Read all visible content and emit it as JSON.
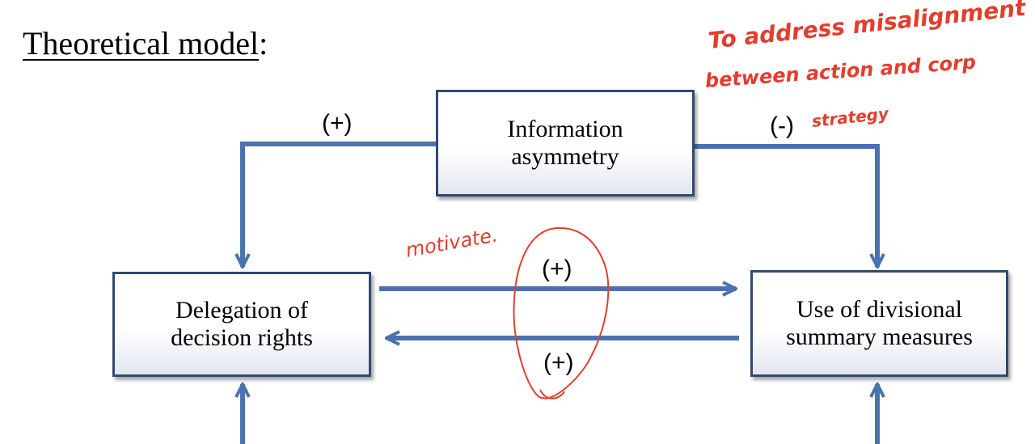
{
  "title": {
    "main": "Theoretical model",
    "suffix": ":"
  },
  "boxes": {
    "information_asymmetry": {
      "line1": "Information",
      "line2": "asymmetry"
    },
    "delegation": {
      "line1": "Delegation of",
      "line2": "decision rights"
    },
    "summary_measures": {
      "line1": "Use of divisional",
      "line2": "summary measures"
    }
  },
  "signs": {
    "left_top": "(+)",
    "right_top": "(-)",
    "middle_top": "(+)",
    "middle_bottom": "(+)"
  },
  "annotations": {
    "note_line1": "To address misalignment",
    "note_line2": "between action and corp",
    "note_line3": "strategy",
    "motivate": "motivate."
  },
  "colors": {
    "arrow": "#4a72b0",
    "box_border": "#2f4a73",
    "ink": "#e33d2e"
  }
}
